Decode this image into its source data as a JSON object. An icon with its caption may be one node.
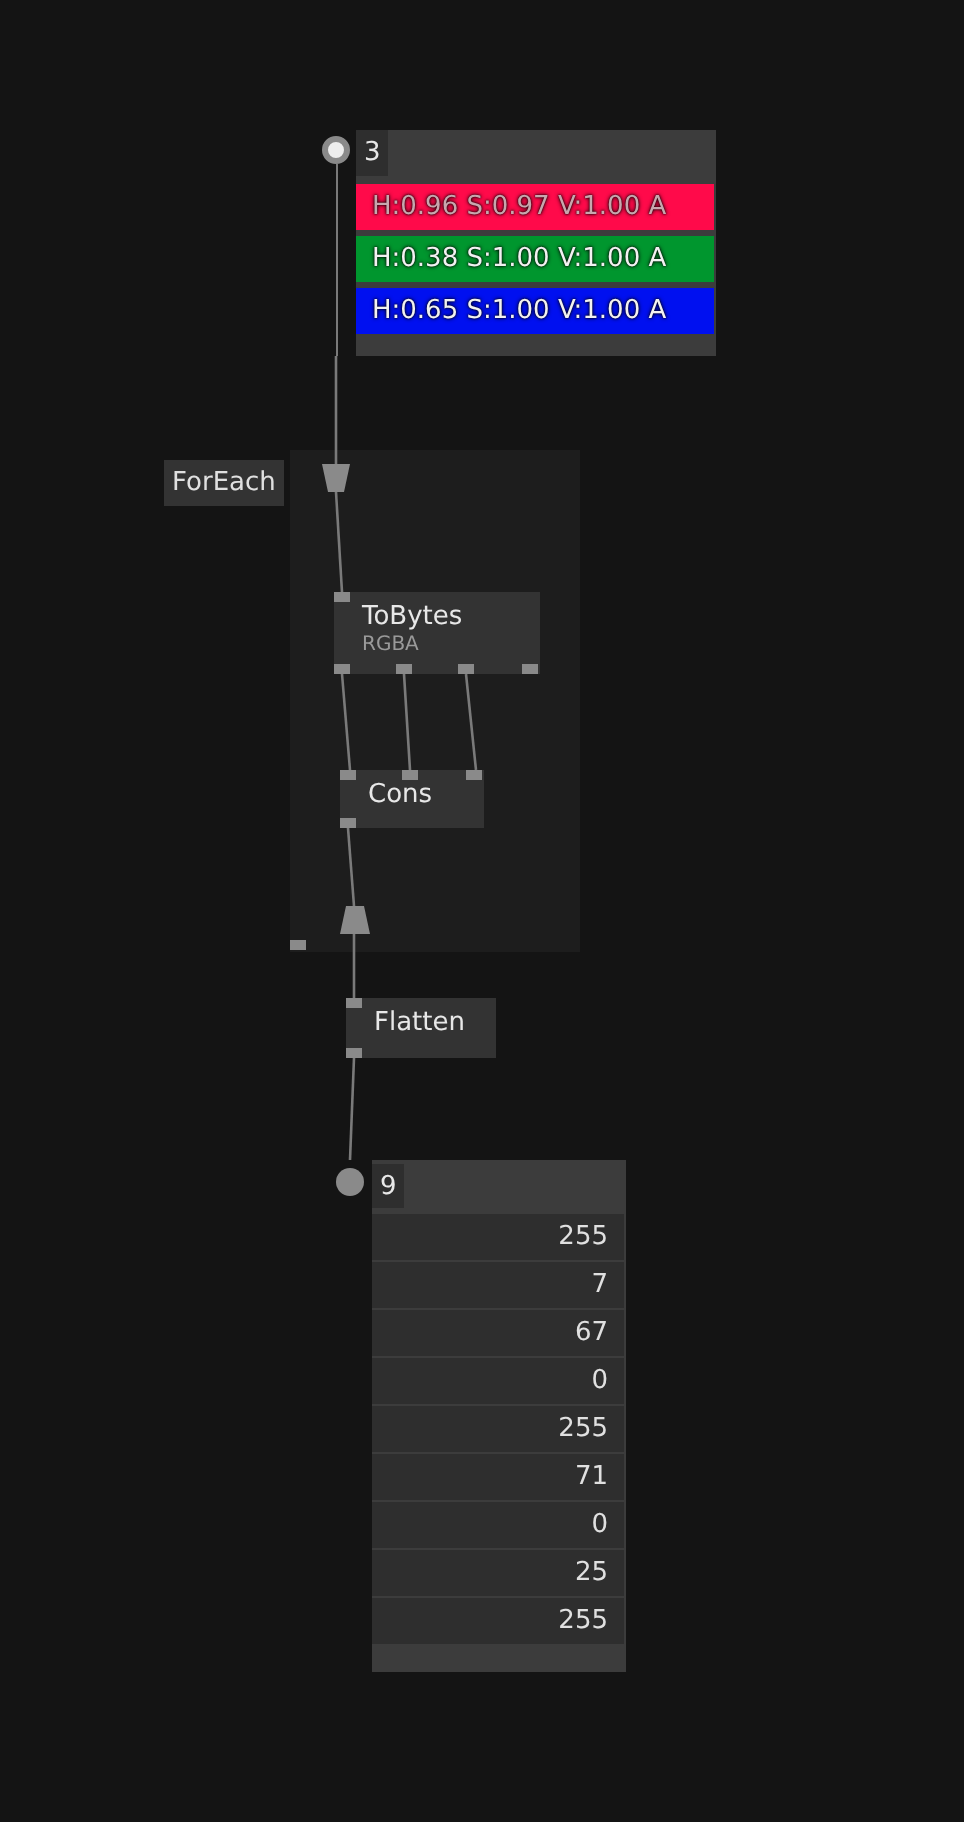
{
  "diagram": {
    "nodes": [
      {
        "text": [
          "3",
          "H:0.96 S:0.97 V:1.00 A",
          "H:0.38 S:1.00 V:1.00 A",
          "H:0.65 S:1.00 V:1.00 A"
        ]
      },
      {
        "text": [
          "ForEach"
        ]
      },
      {
        "text": [],
        "shape": "trapezoid",
        "in": 1
      },
      {
        "text": [
          "ToBytes",
          "RGBA"
        ],
        "in": 1
      },
      {
        "text": [
          "Cons"
        ],
        "in": 1
      },
      {
        "text": [],
        "shape": "trapezoid",
        "in": 1
      },
      {
        "text": [
          "Flatten"
        ]
      },
      {
        "text": [
          "9",
          "255",
          "7",
          "67",
          "0",
          "255",
          "71",
          "0",
          "25",
          "255"
        ]
      }
    ],
    "edges": [
      {
        "from": 0,
        "to": 2,
        "arrow": "none"
      },
      {
        "from": 2,
        "to": 3,
        "arrow": "none"
      },
      {
        "from": 3,
        "to": 4,
        "arrow": "none"
      },
      {
        "from": 3,
        "to": 4,
        "arrow": "none"
      },
      {
        "from": 3,
        "to": 4,
        "arrow": "none"
      },
      {
        "from": 4,
        "to": 5,
        "arrow": "none"
      },
      {
        "from": 5,
        "to": 6,
        "arrow": "none"
      },
      {
        "from": 6,
        "to": 7,
        "arrow": "none"
      }
    ]
  }
}
